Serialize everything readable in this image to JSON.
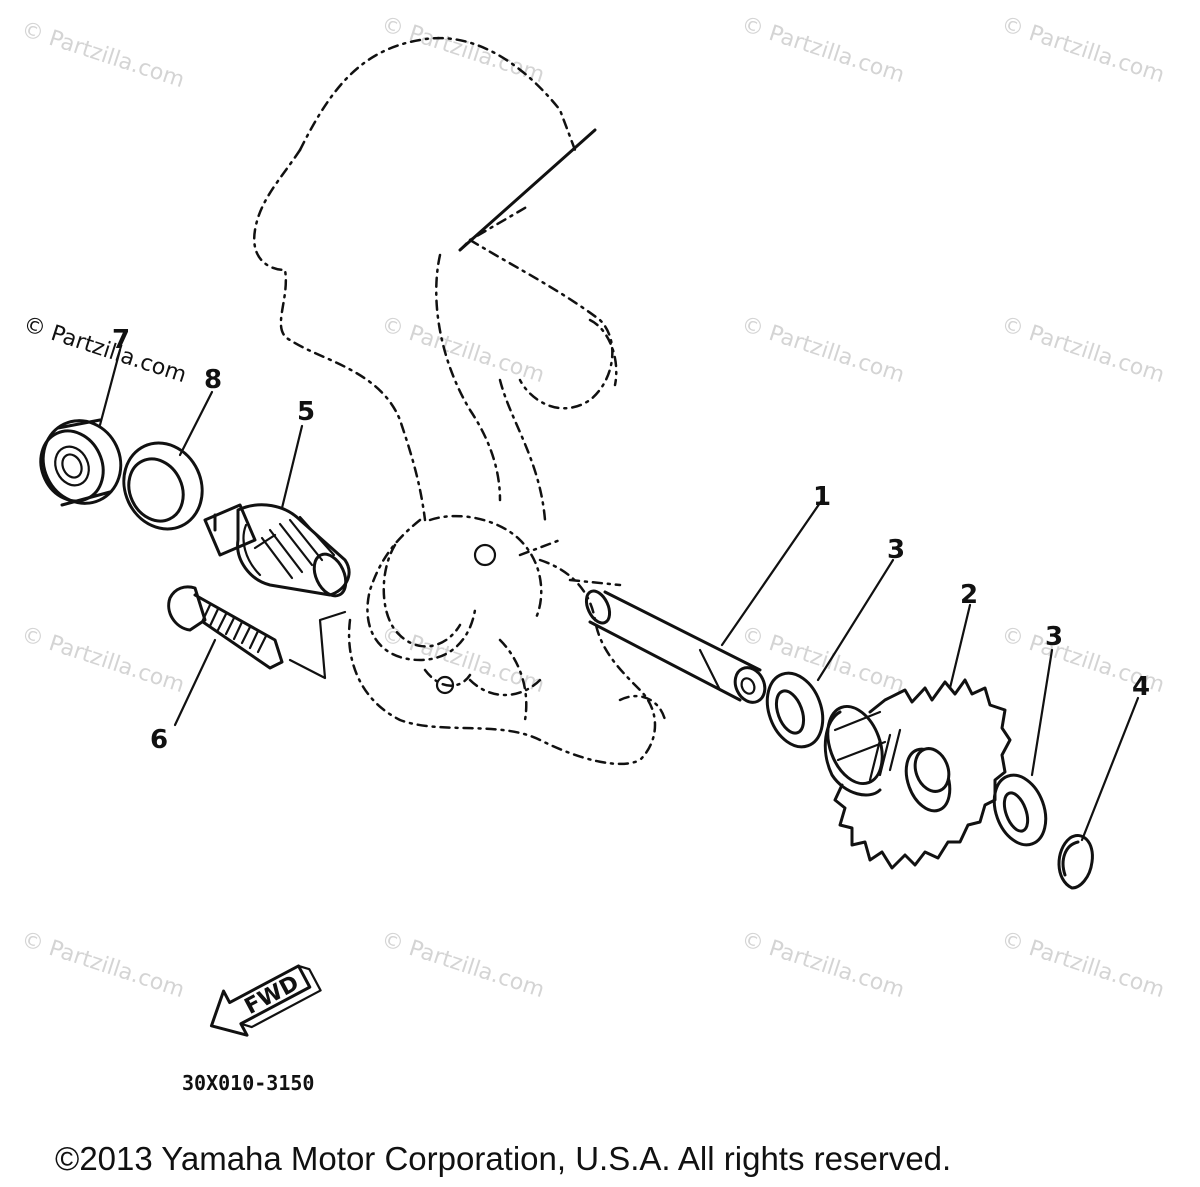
{
  "watermark": {
    "text": "© Partzilla.com"
  },
  "callouts": [
    {
      "id": "1",
      "label": "1"
    },
    {
      "id": "2",
      "label": "2"
    },
    {
      "id": "3a",
      "label": "3"
    },
    {
      "id": "3b",
      "label": "3"
    },
    {
      "id": "4",
      "label": "4"
    },
    {
      "id": "5",
      "label": "5"
    },
    {
      "id": "6",
      "label": "6"
    },
    {
      "id": "7",
      "label": "7"
    },
    {
      "id": "8",
      "label": "8"
    }
  ],
  "fwd_arrow": {
    "label": "FWD"
  },
  "diagram_code": "30X010-3150",
  "copyright": "©2013 Yamaha Motor Corporation, U.S.A. All rights reserved.",
  "colors": {
    "ink": "#111111",
    "watermark": "#d4d4d4",
    "background": "#ffffff"
  }
}
